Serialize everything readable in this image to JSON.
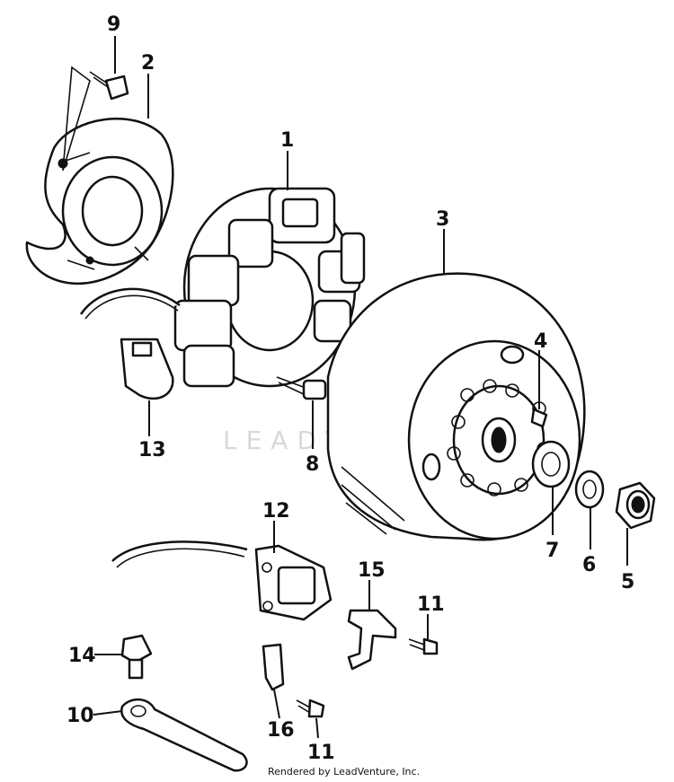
{
  "callouts": {
    "c1": "1",
    "c2": "2",
    "c3": "3",
    "c4": "4",
    "c5": "5",
    "c6": "6",
    "c7": "7",
    "c8": "8",
    "c9": "9",
    "c10": "10",
    "c11a": "11",
    "c11b": "11",
    "c12": "12",
    "c13": "13",
    "c14": "14",
    "c15": "15",
    "c16": "16"
  },
  "watermark": "LEADVENTURE",
  "credit": "Rendered by LeadVenture, Inc."
}
